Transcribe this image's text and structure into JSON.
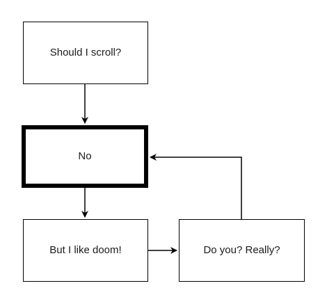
{
  "diagram": {
    "nodes": [
      {
        "id": "n1",
        "label": "Should I scroll?",
        "style": "thin"
      },
      {
        "id": "n2",
        "label": "No",
        "style": "bold"
      },
      {
        "id": "n3",
        "label": "But I like doom!",
        "style": "thin"
      },
      {
        "id": "n4",
        "label": "Do you? Really?",
        "style": "thin"
      }
    ],
    "edges": [
      {
        "from": "Should I scroll?",
        "to": "No"
      },
      {
        "from": "No",
        "to": "But I like doom!"
      },
      {
        "from": "But I like doom!",
        "to": "Do you? Really?"
      },
      {
        "from": "Do you? Really?",
        "to": "No"
      }
    ],
    "colors": {
      "stroke": "#000000",
      "background": "#ffffff",
      "text": "#1a1a1a"
    }
  }
}
